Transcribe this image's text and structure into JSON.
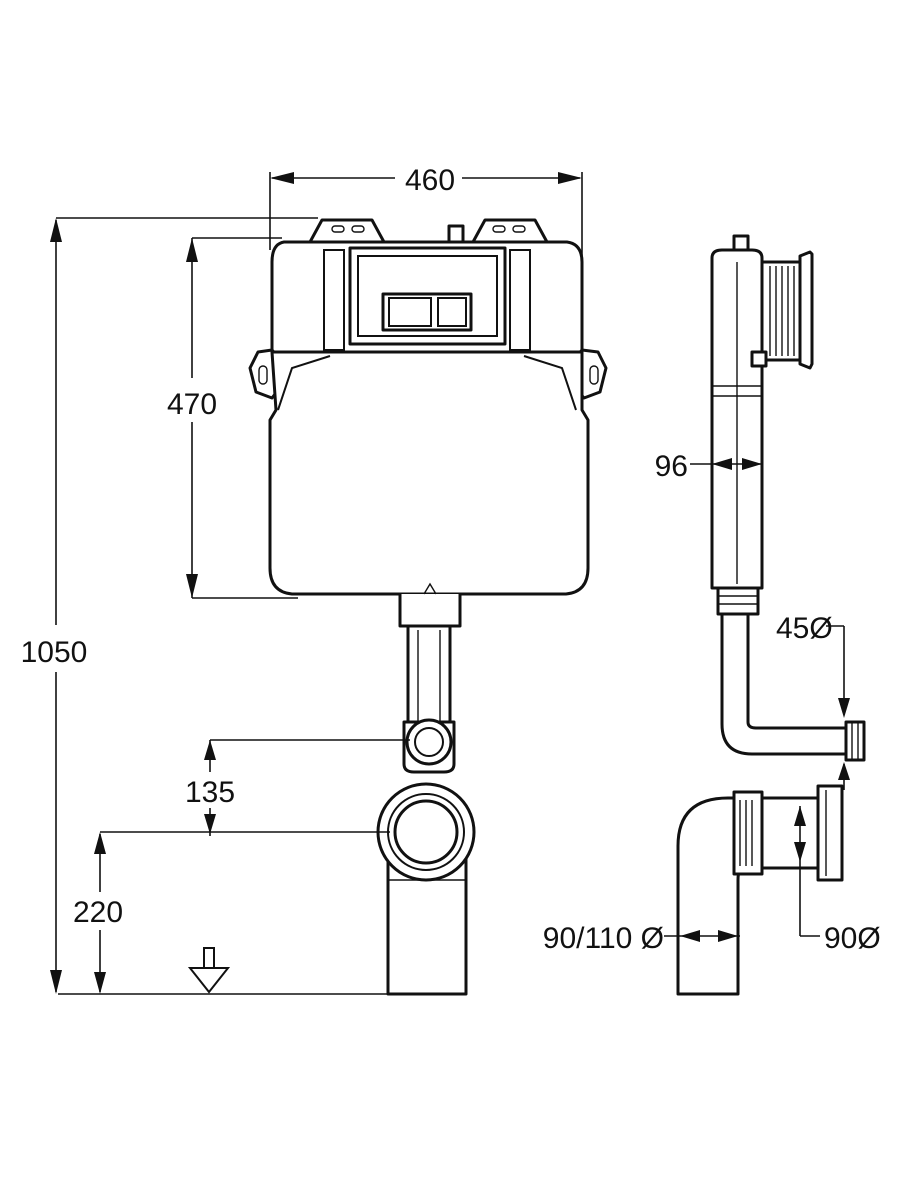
{
  "dimensions": {
    "width_top": "460",
    "tank_height": "470",
    "total_height": "1050",
    "outlet_offset": "135",
    "floor_height": "220",
    "side_depth": "96",
    "flush_pipe_dia": "45Ø",
    "pan_dia": "90/110 Ø",
    "connector_dia": "90Ø"
  },
  "colors": {
    "line": "#111111",
    "background": "#ffffff"
  }
}
